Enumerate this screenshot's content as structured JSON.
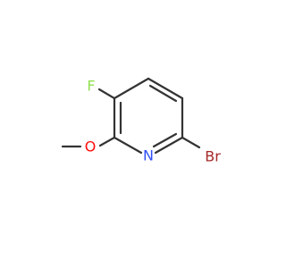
{
  "molecule": {
    "atoms": {
      "fluorine": {
        "symbol": "F",
        "color": "#90e050"
      },
      "nitrogen": {
        "symbol": "N",
        "color": "#3050f8"
      },
      "bromine": {
        "symbol": "Br",
        "color": "#a62929"
      },
      "oxygen": {
        "symbol": "O",
        "color": "#ff0d0d"
      }
    },
    "bond_color": "#333333",
    "background": "#ffffff"
  }
}
